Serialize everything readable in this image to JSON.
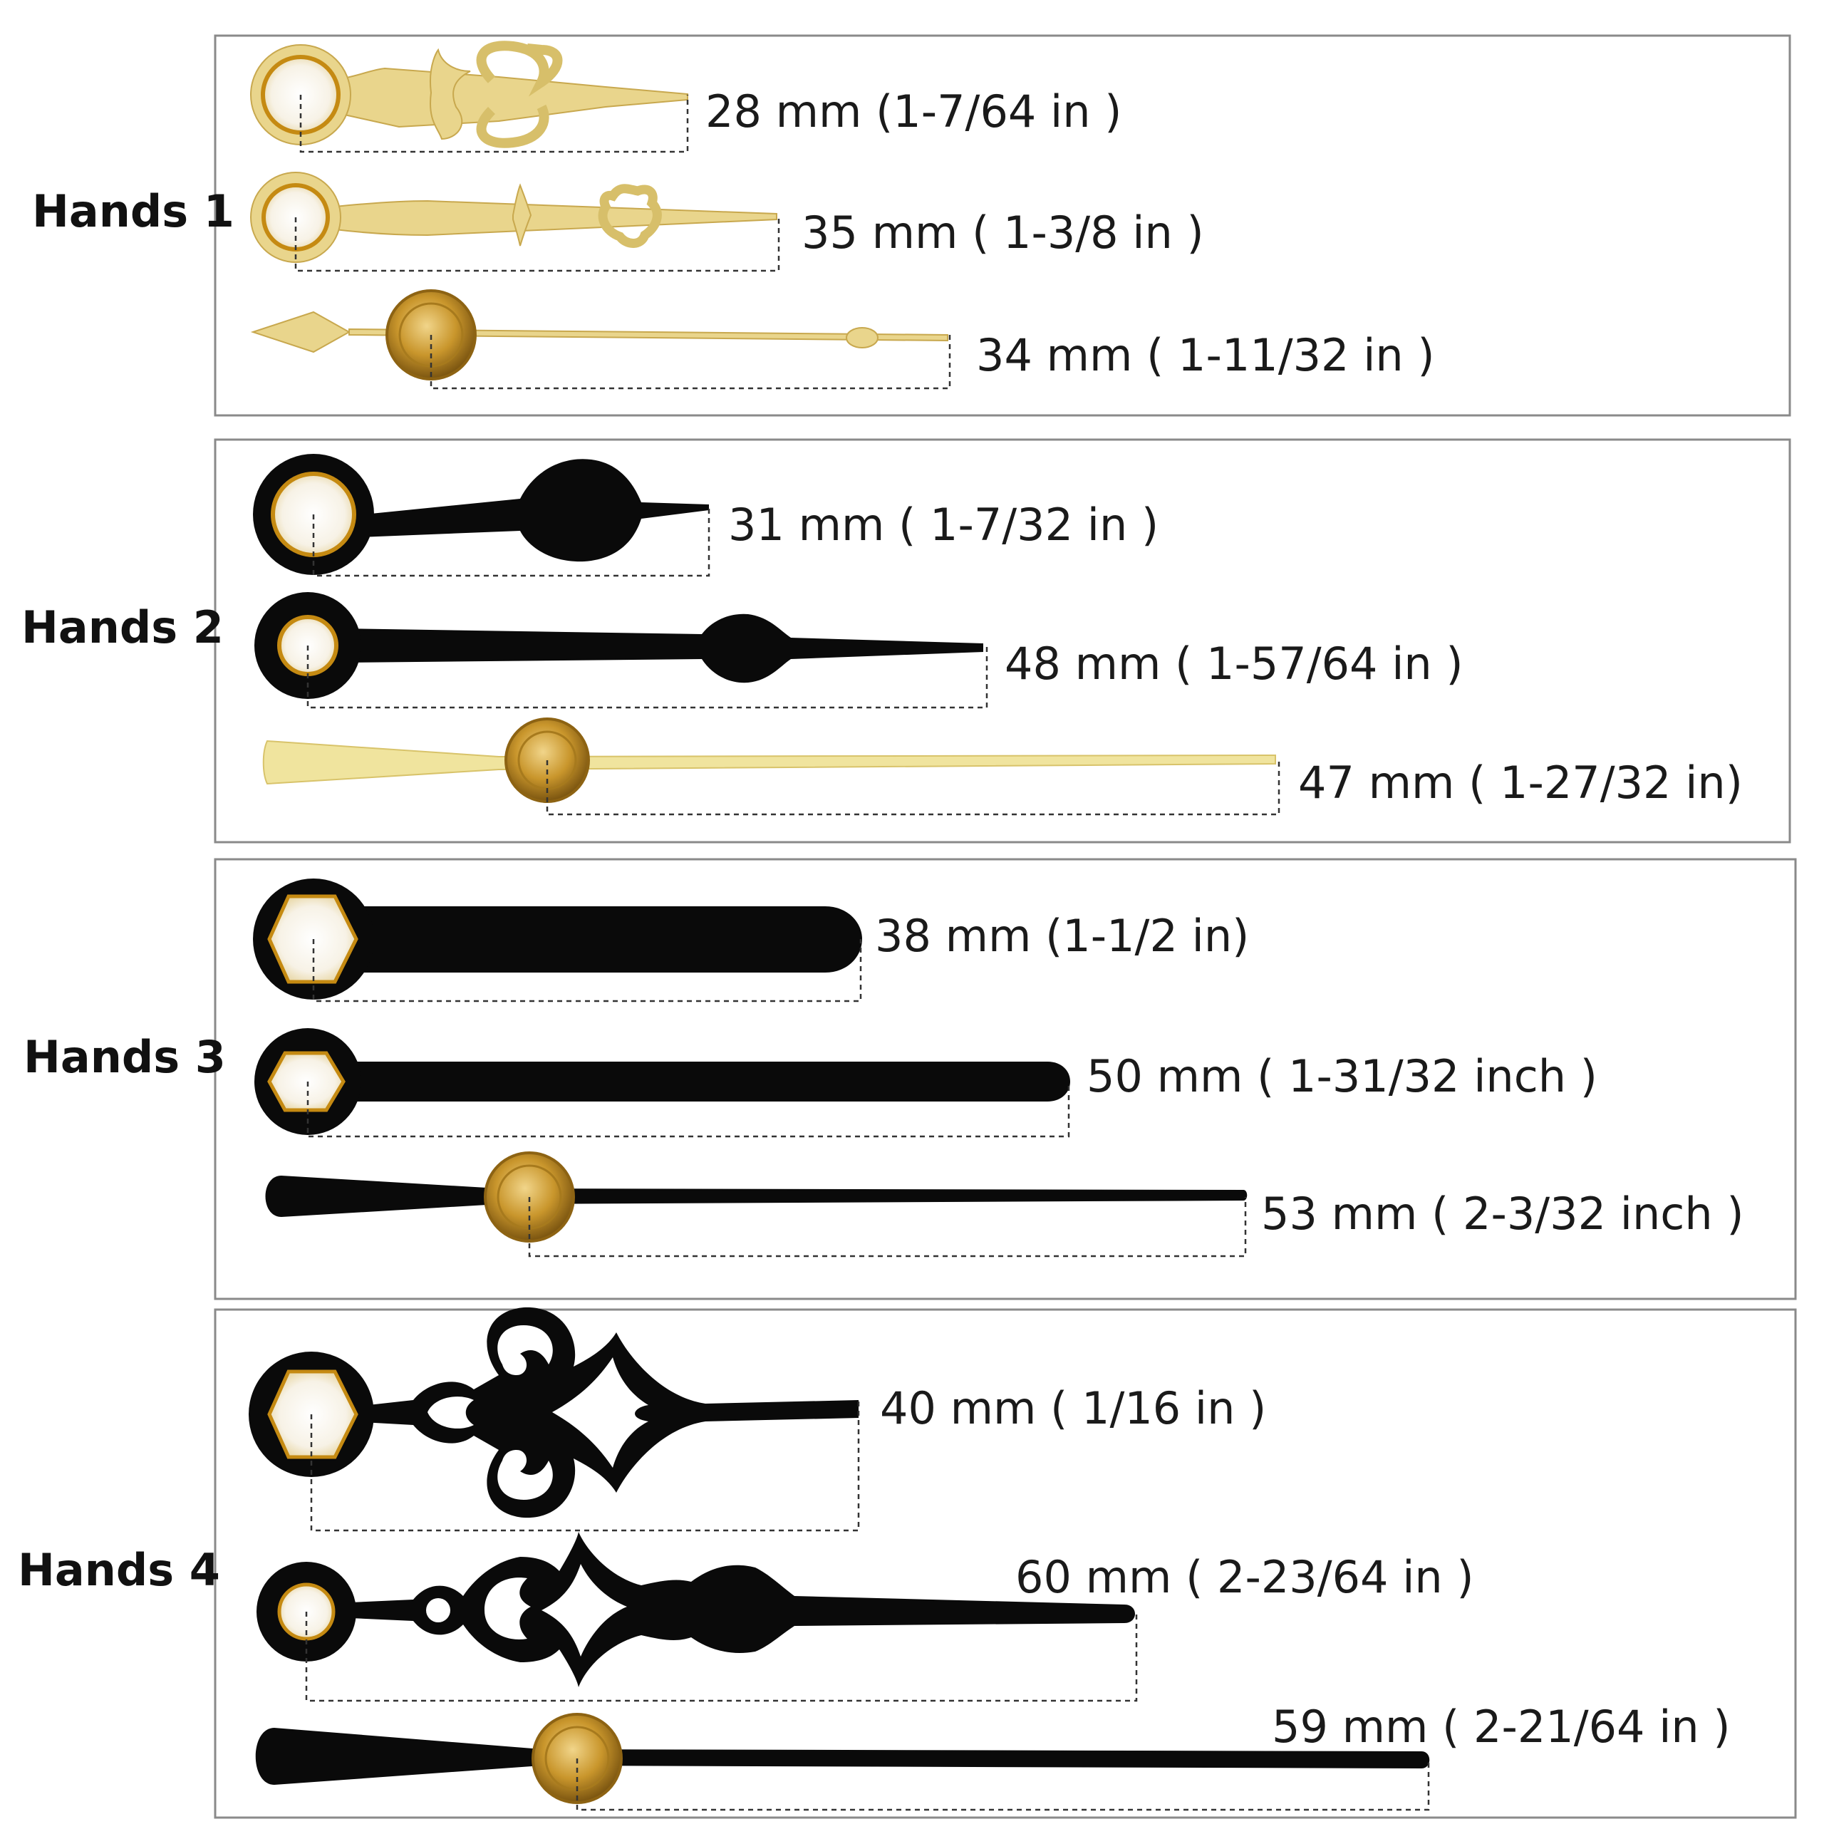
{
  "colors": {
    "brass": "#e9d58c",
    "brass_dark": "#b8860b",
    "black_hand": "#0a0a0a",
    "frame": "#8a8a8a"
  },
  "groups": [
    {
      "label": "Hands 1",
      "hands": [
        {
          "kind": "hour-hand",
          "finish": "brass",
          "style": "ornate",
          "length_label": "28 mm  (1-7/64 in )"
        },
        {
          "kind": "minute-hand",
          "finish": "brass",
          "style": "ornate",
          "length_label": "35 mm  ( 1-3/8 in )"
        },
        {
          "kind": "second-hand",
          "finish": "brass",
          "style": "diamond-counterweight",
          "length_label": "34 mm  ( 1-11/32 in )"
        }
      ]
    },
    {
      "label": "Hands 2",
      "hands": [
        {
          "kind": "hour-hand",
          "finish": "black",
          "style": "spade",
          "length_label": "31 mm  ( 1-7/32 in )"
        },
        {
          "kind": "minute-hand",
          "finish": "black",
          "style": "spade",
          "length_label": "48 mm  ( 1-57/64 in )"
        },
        {
          "kind": "second-hand",
          "finish": "brass",
          "style": "paddle-counterweight",
          "length_label": "47 mm  ( 1-27/32 in)"
        }
      ]
    },
    {
      "label": "Hands 3",
      "hands": [
        {
          "kind": "hour-hand",
          "finish": "black",
          "style": "straight-bar",
          "length_label": "38 mm  (1-1/2 in)"
        },
        {
          "kind": "minute-hand",
          "finish": "black",
          "style": "straight-bar",
          "length_label": "50 mm  ( 1-31/32 inch )"
        },
        {
          "kind": "second-hand",
          "finish": "black",
          "style": "paddle-counterweight",
          "length_label": "53 mm  ( 2-3/32 inch )"
        }
      ]
    },
    {
      "label": "Hands 4",
      "hands": [
        {
          "kind": "hour-hand",
          "finish": "black",
          "style": "fleur-ornate",
          "length_label": "40 mm  ( 1/16 in )"
        },
        {
          "kind": "minute-hand",
          "finish": "black",
          "style": "fleur-ornate",
          "length_label": "60 mm  ( 2-23/64 in )"
        },
        {
          "kind": "second-hand",
          "finish": "black",
          "style": "paddle-counterweight",
          "length_label": "59 mm  ( 2-21/64 in )"
        }
      ]
    }
  ]
}
